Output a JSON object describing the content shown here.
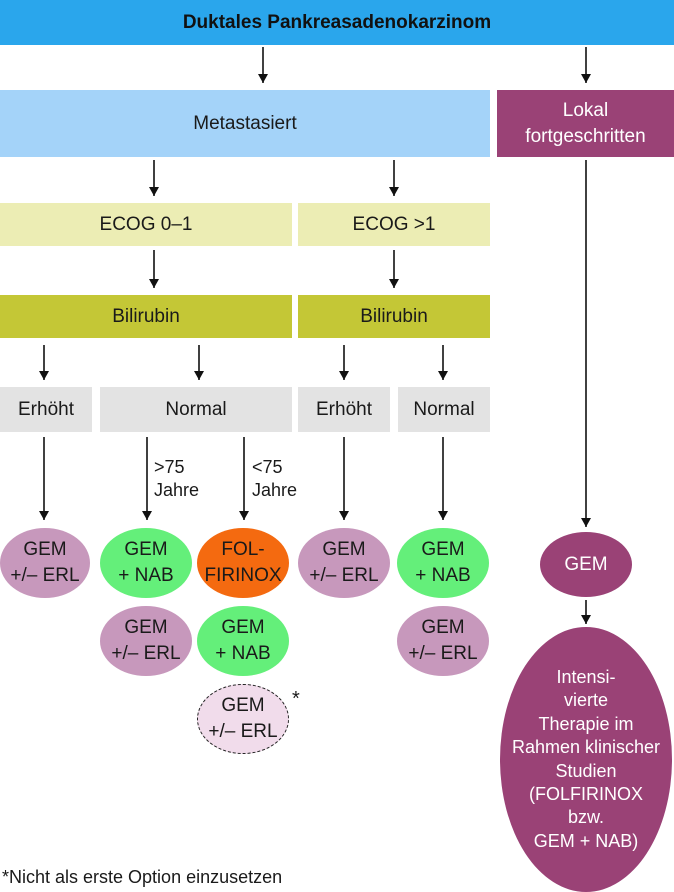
{
  "title": "Duktales Pankreasadenokarzinom",
  "metastasiert": "Metastasiert",
  "lokal": "Lokal\nfortgeschritten",
  "ecog_low": "ECOG 0–1",
  "ecog_high": "ECOG >1",
  "bilirubin_left": "Bilirubin",
  "bilirubin_right": "Bilirubin",
  "erhoeht_left": "Erhöht",
  "normal_left": "Normal",
  "erhoeht_right": "Erhöht",
  "normal_right": "Normal",
  "age_over": ">75\nJahre",
  "age_under": "<75\nJahre",
  "ovals": {
    "gem_erl_1": "GEM\n+/– ERL",
    "gem_nab_1": "GEM\n+ NAB",
    "folfirinox": "FOL-\nFIRINOX",
    "gem_erl_2": "GEM\n+/– ERL",
    "gem_nab_2": "GEM\n+ NAB",
    "gem_erl_3": "GEM\n+/– ERL",
    "gem_nab_3": "GEM\n+ NAB",
    "gem_erl_4": "GEM\n+/– ERL",
    "gem_erl_5": "GEM\n+/– ERL",
    "gem_lokal": "GEM",
    "intensiv": "Intensi-\nvierte\nTherapie im\nRahmen klinischer\nStudien\n(FOLFIRINOX\nbzw.\nGEM + NAB)"
  },
  "asterisk": "*",
  "footnote": "*Nicht als erste Option einzusetzen"
}
